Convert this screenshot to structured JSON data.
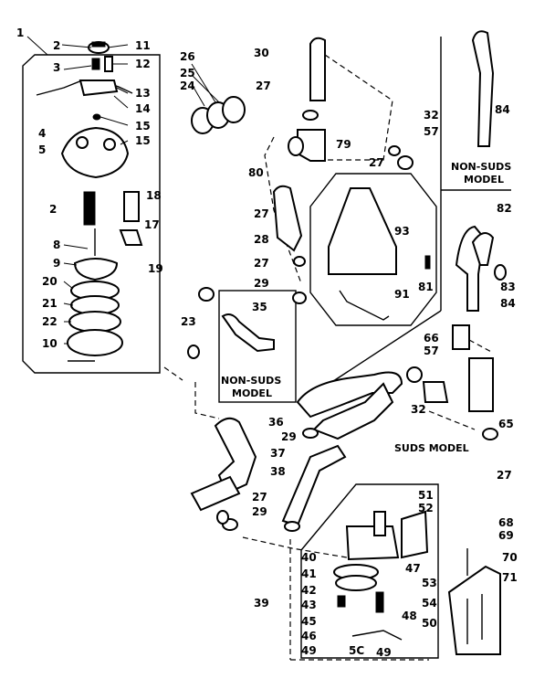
{
  "labels": {
    "l1": "1",
    "l2": "2",
    "l3": "3",
    "l4": "4",
    "l5": "5",
    "l6": "2",
    "l8": "8",
    "l9": "9",
    "l10": "10",
    "l11": "11",
    "l12": "12",
    "l13": "13",
    "l14": "14",
    "l15a": "15",
    "l15b": "15",
    "l17": "17",
    "l18": "18",
    "l19": "19",
    "l20": "20",
    "l21": "21",
    "l22": "22",
    "l23": "23",
    "l24": "24",
    "l25": "25",
    "l26": "26",
    "l27a": "27",
    "l27b": "27",
    "l27c": "27",
    "l27d": "27",
    "l27e": "27",
    "l27f": "27",
    "l28": "28",
    "l29a": "29",
    "l29b": "29",
    "l29c": "29",
    "l30": "30",
    "l32a": "32",
    "l32b": "32",
    "l35": "35",
    "l36": "36",
    "l37": "37",
    "l38": "38",
    "l39": "39",
    "l40": "40",
    "l41": "41",
    "l42": "42",
    "l43": "43",
    "l45": "45",
    "l46": "46",
    "l47": "47",
    "l48": "48",
    "l49a": "49",
    "l49b": "49",
    "l50": "50",
    "l5c": "5C",
    "l51": "51",
    "l52": "52",
    "l53": "53",
    "l54": "54",
    "l57a": "57",
    "l57b": "57",
    "l65": "65",
    "l66": "66",
    "l68": "68",
    "l69": "69",
    "l70": "70",
    "l71": "71",
    "l79": "79",
    "l80": "80",
    "l81": "81",
    "l82": "82",
    "l83": "83",
    "l84a": "84",
    "l84b": "84",
    "l91": "91",
    "l93": "93"
  },
  "captions": {
    "non_suds_top_1": "NON-SUDS",
    "non_suds_top_2": "MODEL",
    "non_suds_mid_1": "NON-SUDS",
    "non_suds_mid_2": "MODEL",
    "suds_model": "SUDS MODEL"
  }
}
